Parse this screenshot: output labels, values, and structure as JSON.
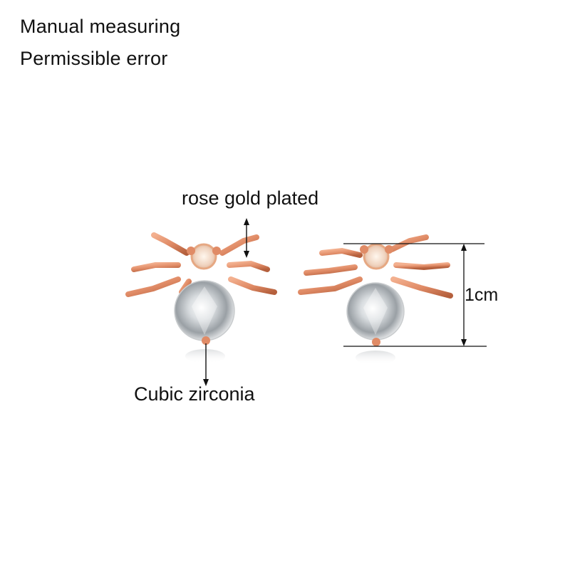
{
  "notes": {
    "line1": "Manual measuring",
    "line2": "Permissible error"
  },
  "labels": {
    "plating": "rose gold plated",
    "stone": "Cubic zirconia",
    "size": "1cm"
  },
  "colors": {
    "rose_gold": "#e08b66",
    "rose_gold_dark": "#b45f3c",
    "crystal": "#e9ecef"
  }
}
